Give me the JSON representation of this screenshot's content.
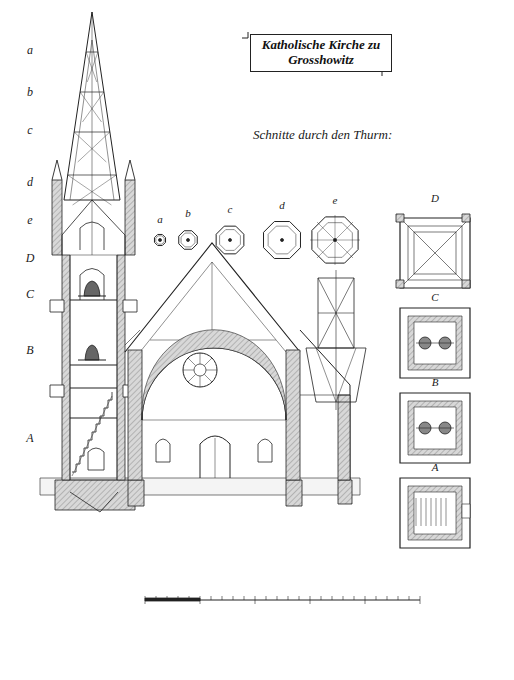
{
  "diagram": {
    "title": "Katholische Kirche zu Grosshowitz",
    "labels": [
      "Schnitte durch den Thurm:",
      "a",
      "b",
      "c",
      "d",
      "e",
      "D",
      "C",
      "B",
      "A",
      "a",
      "b",
      "c",
      "d",
      "e",
      "D",
      "C",
      "B",
      "A"
    ]
  }
}
